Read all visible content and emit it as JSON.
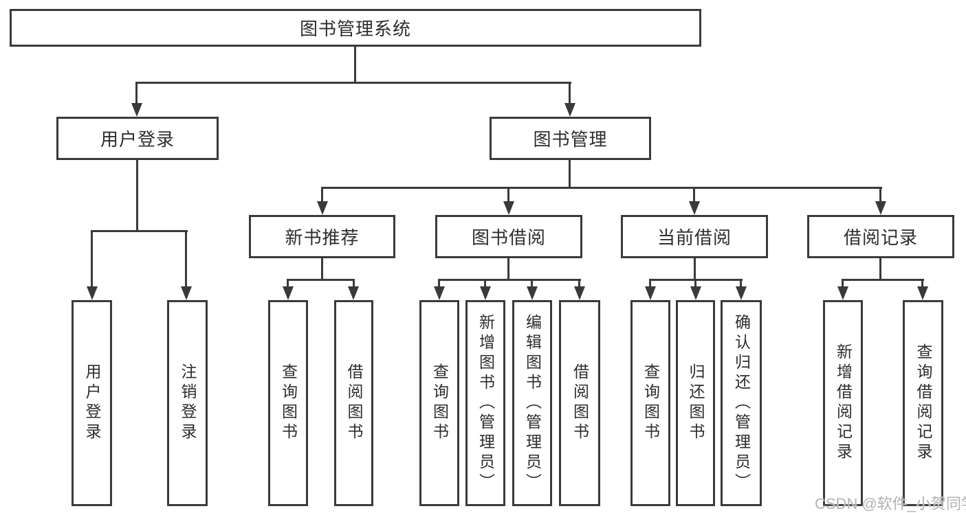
{
  "tree": {
    "label": "图书管理系统",
    "children": [
      {
        "label": "用户登录",
        "children": [
          {
            "label": "用户登录"
          },
          {
            "label": "注销登录"
          }
        ]
      },
      {
        "label": "图书管理",
        "children": [
          {
            "label": "新书推荐",
            "children": [
              {
                "label": "查询图书"
              },
              {
                "label": "借阅图书"
              }
            ]
          },
          {
            "label": "图书借阅",
            "children": [
              {
                "label": "查询图书"
              },
              {
                "label": "新增图书（管理员）"
              },
              {
                "label": "编辑图书（管理员）"
              },
              {
                "label": "借阅图书"
              }
            ]
          },
          {
            "label": "当前借阅",
            "children": [
              {
                "label": "查询图书"
              },
              {
                "label": "归还图书"
              },
              {
                "label": "确认归还（管理员）"
              }
            ]
          },
          {
            "label": "借阅记录",
            "children": [
              {
                "label": "新增借阅记录"
              },
              {
                "label": "查询借阅记录"
              }
            ]
          }
        ]
      }
    ]
  },
  "watermark": {
    "text": "CSDN @软件_小贺同学"
  },
  "colors": {
    "line": "#3a3a3a",
    "text": "#2d2d2d",
    "watermark": "#b2b2b2",
    "background": "#ffffff"
  }
}
